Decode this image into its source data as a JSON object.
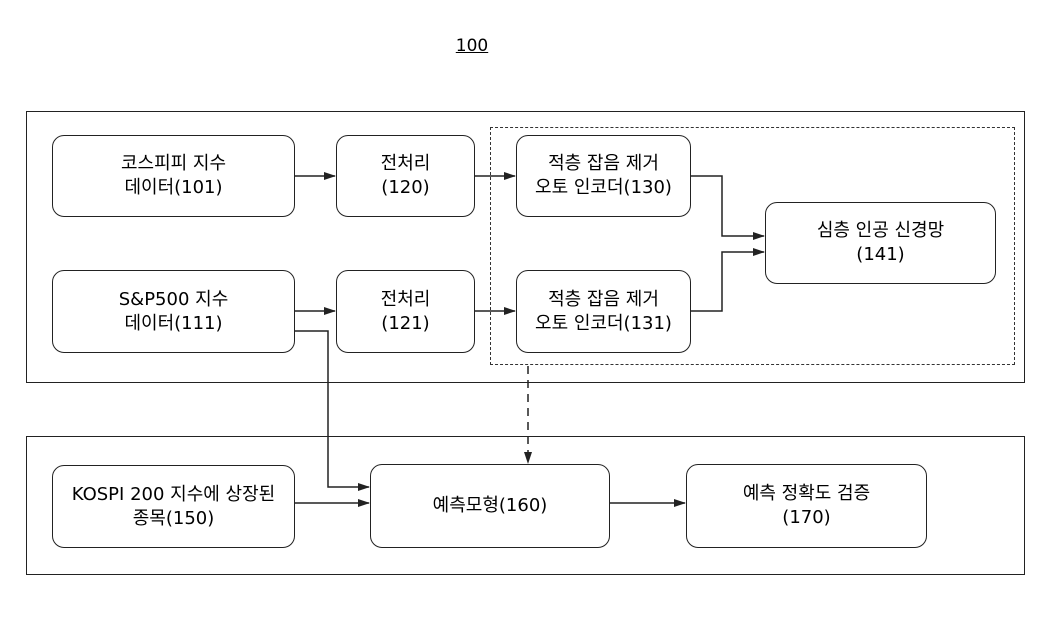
{
  "figure_label": "100",
  "nodes": {
    "kospi_data": [
      "코스피피 지수",
      "데이터(101)"
    ],
    "sp500_data": [
      "S&P500 지수",
      "데이터(111)"
    ],
    "preprocess_120": [
      "전처리",
      "(120)"
    ],
    "preprocess_121": [
      "전처리",
      "(121)"
    ],
    "autoencoder_130": [
      "적층 잡음 제거",
      "오토 인코더(130)"
    ],
    "autoencoder_131": [
      "적층 잡음 제거",
      "오토 인코더(131)"
    ],
    "deep_net": [
      "심층 인공 신경망",
      "(141)"
    ],
    "kospi200_stocks": [
      "KOSPI 200 지수에 상장된",
      "종목(150)"
    ],
    "prediction_model": [
      "예측모형(160)"
    ],
    "accuracy_check": [
      "예측 정확도 검증",
      "(170)"
    ]
  }
}
